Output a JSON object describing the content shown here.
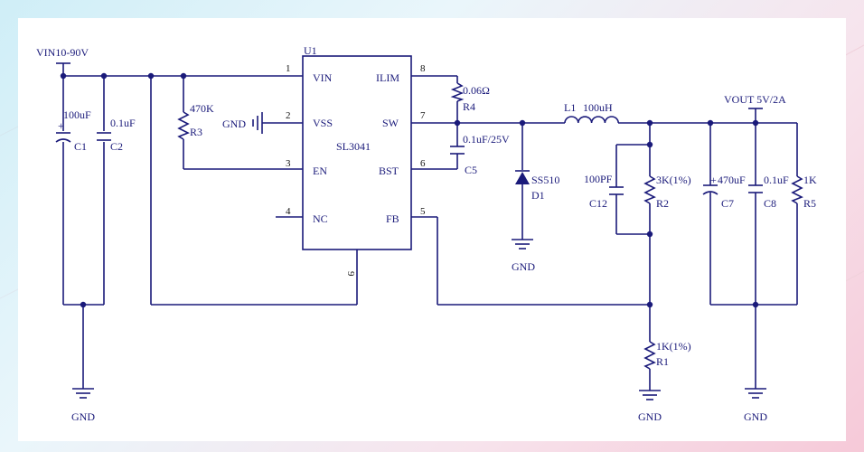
{
  "supply": {
    "vin_label": "VIN10-90V",
    "vout_label": "VOUT 5V/2A",
    "gnd": "GND"
  },
  "ic": {
    "ref": "U1",
    "name": "SL3041",
    "pins": [
      {
        "num": "1",
        "name": "VIN"
      },
      {
        "num": "2",
        "name": "VSS"
      },
      {
        "num": "3",
        "name": "EN"
      },
      {
        "num": "4",
        "name": "NC"
      },
      {
        "num": "8",
        "name": "ILIM"
      },
      {
        "num": "7",
        "name": "SW"
      },
      {
        "num": "6",
        "name": "BST"
      },
      {
        "num": "5",
        "name": "FB"
      },
      {
        "num": "9",
        "name": ""
      }
    ]
  },
  "components": {
    "C1": {
      "ref": "C1",
      "value": "100uF"
    },
    "C2": {
      "ref": "C2",
      "value": "0.1uF"
    },
    "R3": {
      "ref": "R3",
      "value": "470K"
    },
    "R4": {
      "ref": "R4",
      "value": "0.06Ω"
    },
    "C5": {
      "ref": "C5",
      "value": "0.1uF/25V"
    },
    "D1": {
      "ref": "D1",
      "value": "SS510"
    },
    "L1": {
      "ref": "L1",
      "value": "100uH"
    },
    "C12": {
      "ref": "C12",
      "value": "100PF"
    },
    "R2": {
      "ref": "R2",
      "value": "3K(1%)"
    },
    "C7": {
      "ref": "C7",
      "value": "470uF"
    },
    "C8": {
      "ref": "C8",
      "value": "0.1uF"
    },
    "R5": {
      "ref": "R5",
      "value": "1K"
    },
    "R1": {
      "ref": "R1",
      "value": "1K(1%)"
    }
  },
  "gnd_labels": {
    "vss": "GND",
    "left": "GND",
    "diode": "GND",
    "fb": "GND",
    "right": "GND"
  },
  "colors": {
    "wire": "#1a1a7a",
    "background_paper": "#ffffff"
  }
}
